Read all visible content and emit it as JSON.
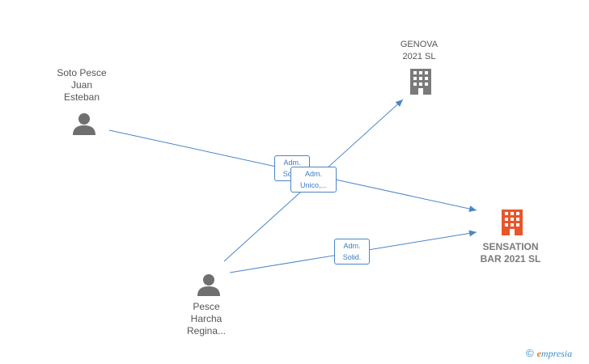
{
  "nodes": {
    "soto": {
      "label": "Soto Pesce\nJuan\nEsteban",
      "type": "person"
    },
    "genova": {
      "label": "GENOVA\n2021  SL",
      "type": "company"
    },
    "sensation": {
      "label": "SENSATION\nBAR 2021  SL",
      "type": "company",
      "focus": true
    },
    "pesce": {
      "label": "Pesce\nHarcha\nRegina...",
      "type": "person"
    }
  },
  "edges": [
    {
      "from": "soto",
      "to": "sensation",
      "label": "Adm.\nSolid."
    },
    {
      "from": "pesce",
      "to": "genova",
      "label": "Adm.\nUnico,..."
    },
    {
      "from": "pesce",
      "to": "sensation",
      "label": "Adm.\nSolid."
    }
  ],
  "watermark": {
    "copyright": "©",
    "brand_first": "e",
    "brand_rest": "mpresia"
  },
  "colors": {
    "edge": "#4a86c8",
    "person_icon": "#6f6f6f",
    "company_icon": "#7a7a7a",
    "focus_icon": "#e8562a"
  }
}
